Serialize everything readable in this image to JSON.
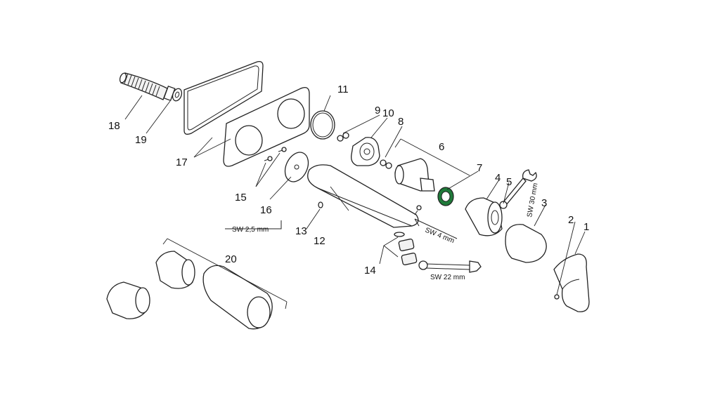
{
  "callouts": {
    "c1": "1",
    "c2": "2",
    "c3": "3",
    "c4": "4",
    "c5": "5",
    "c6": "6",
    "c7": "7",
    "c8": "8",
    "c9": "9",
    "c10": "10",
    "c11": "11",
    "c12": "12",
    "c13": "13",
    "c14": "14",
    "c15": "15",
    "c16": "16",
    "c17": "17",
    "c18": "18",
    "c19": "19",
    "c20": "20"
  },
  "tools": {
    "sw30": "SW 30 mm",
    "sw25": "SW 2,5 mm",
    "sw4": "SW 4 mm",
    "sw22": "SW 22 mm"
  },
  "colors": {
    "cartridge_ring": "#1f7a3a",
    "line": "#222222"
  }
}
